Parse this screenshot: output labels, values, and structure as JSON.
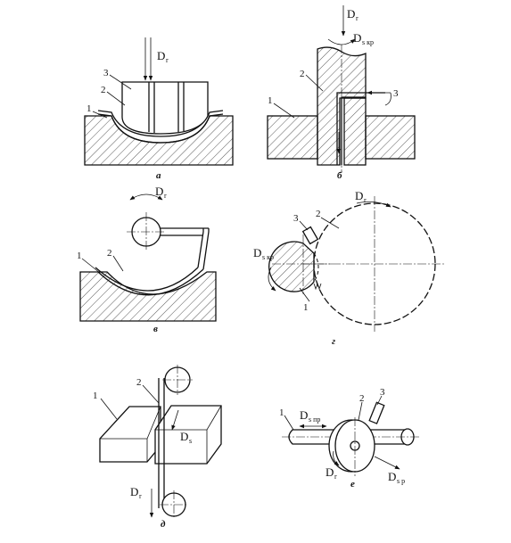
{
  "panels": [
    {
      "id": "a",
      "caption": "а",
      "callouts": [
        "1",
        "2",
        "3"
      ],
      "motions": [
        {
          "symbol": "D",
          "subscript": "r"
        }
      ]
    },
    {
      "id": "b",
      "caption": "б",
      "callouts": [
        "1",
        "2",
        "3"
      ],
      "motions": [
        {
          "symbol": "D",
          "subscript": "r"
        },
        {
          "symbol": "D",
          "subscript": "s кр"
        }
      ]
    },
    {
      "id": "c",
      "caption": "в",
      "callouts": [
        "1",
        "2"
      ],
      "motions": [
        {
          "symbol": "D",
          "subscript": "r"
        }
      ]
    },
    {
      "id": "d",
      "caption": "г",
      "callouts": [
        "1",
        "2",
        "3"
      ],
      "motions": [
        {
          "symbol": "D",
          "subscript": "r"
        },
        {
          "symbol": "D",
          "subscript": "s кр"
        }
      ]
    },
    {
      "id": "e",
      "caption": "д",
      "callouts": [
        "1",
        "2"
      ],
      "motions": [
        {
          "symbol": "D",
          "subscript": "s"
        },
        {
          "symbol": "D",
          "subscript": "r"
        }
      ]
    },
    {
      "id": "f",
      "caption": "е",
      "callouts": [
        "1",
        "2",
        "3"
      ],
      "motions": [
        {
          "symbol": "D",
          "subscript": "s пр"
        },
        {
          "symbol": "D",
          "subscript": "r"
        },
        {
          "symbol": "D",
          "subscript": "s р"
        }
      ]
    }
  ]
}
